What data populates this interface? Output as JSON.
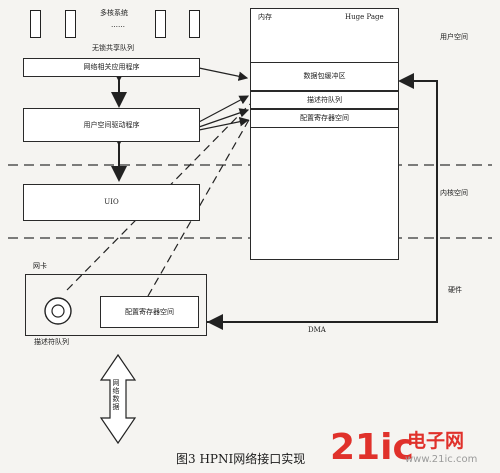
{
  "multicore": {
    "title": "多核系统",
    "dots": "……"
  },
  "queue": {
    "label": "无锁共享队列"
  },
  "app": {
    "label": "网络相关应用程序"
  },
  "driver": {
    "label": "用户空间驱动程序"
  },
  "uio": {
    "label": "UIO"
  },
  "memory": {
    "label": "内存",
    "hugepage": "Huge Page",
    "buffer": "数据包缓冲区",
    "desc_queue": "描述符队列",
    "reg_space": "配置寄存器空间"
  },
  "spaces": {
    "user": "用户空间",
    "kernel": "内核空间",
    "hardware": "硬件"
  },
  "nic": {
    "label": "网卡",
    "reg_space": "配置寄存器空间",
    "desc_queue": "描述符队列"
  },
  "dma": {
    "label": "DMA"
  },
  "network": {
    "label": "网络数据"
  },
  "caption": {
    "text": "图3 HPNI网络接口实现"
  },
  "watermark": {
    "brand": "21ic",
    "cn": "电子网",
    "url": "www.21ic.com"
  },
  "colors": {
    "watermark_red": "#e0312b"
  }
}
